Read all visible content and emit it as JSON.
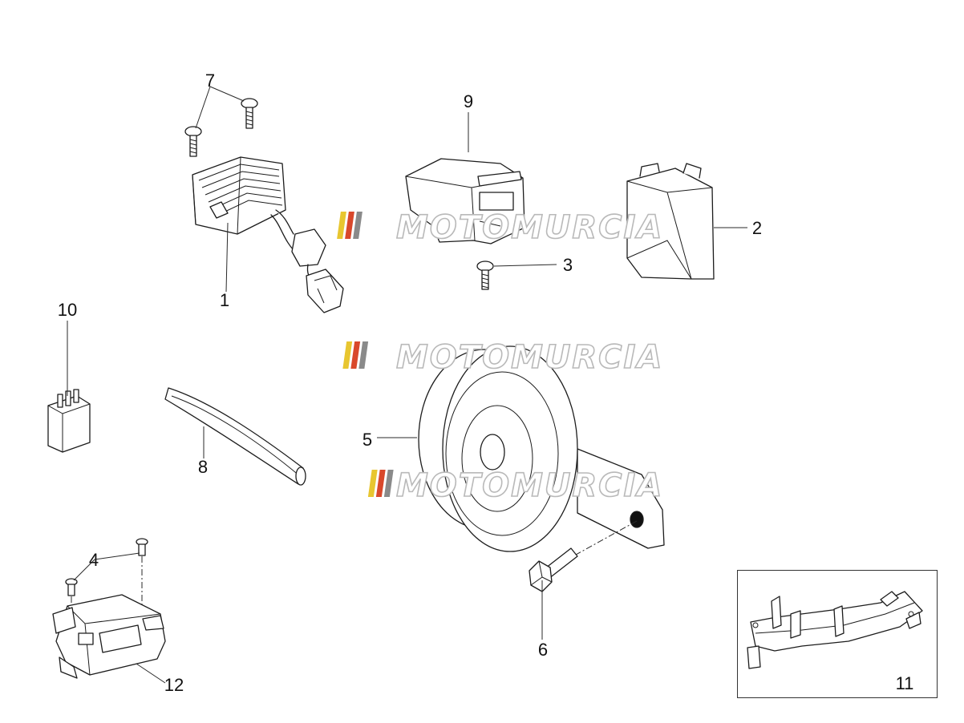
{
  "callouts": [
    "1",
    "2",
    "3",
    "4",
    "5",
    "6",
    "7",
    "8",
    "9",
    "10",
    "11",
    "12"
  ],
  "watermark": "MOTOMURCIA",
  "colors": {
    "watermark_stripe_1": "#e8c630",
    "watermark_stripe_2": "#d9482b",
    "watermark_stripe_3": "#8a8a8a",
    "line": "#1c1c1c"
  }
}
